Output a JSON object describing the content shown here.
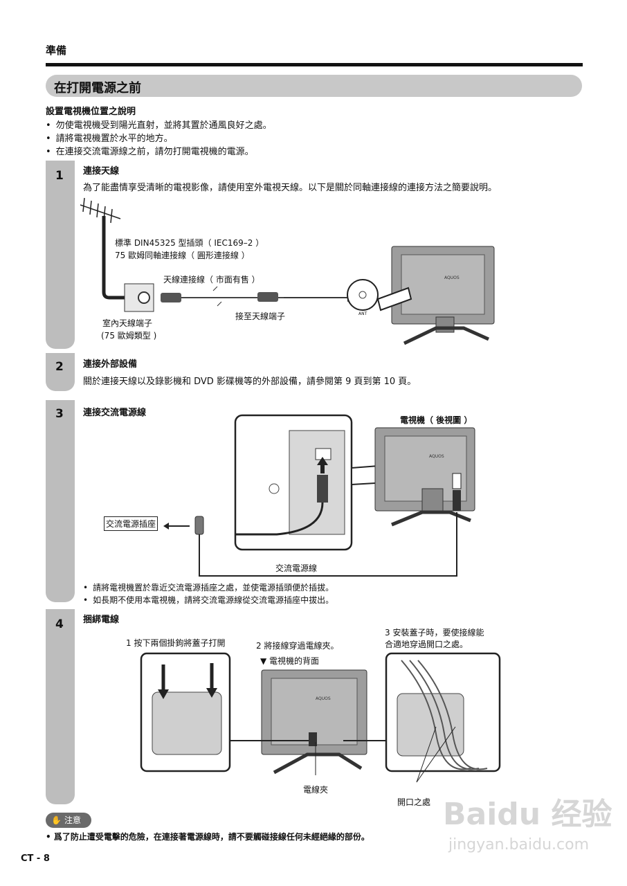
{
  "header": {
    "section": "準備",
    "banner_title": "在打開電源之前"
  },
  "intro": {
    "title": "設置電視機位置之說明",
    "bullets": [
      "勿使電視機受到陽光直射，並將其置於通風良好之處。",
      "請將電視機置於水平的地方。",
      "在連接交流電源線之前，請勿打開電視機的電源。"
    ]
  },
  "steps": [
    {
      "number": "1",
      "title": "連接天線",
      "text": "為了能盡情享受清晰的電視影像，請使用室外電視天線。以下是關於同軸連接線的連接方法之簡要說明。",
      "labels": {
        "din_line1": "標準 DIN45325 型插頭（ IEC169–2 ）",
        "din_line2": "75 歐姆同軸連接線（ 圓形連接線 ）",
        "antenna_cable": "天線連接線（ 市面有售 ）",
        "indoor_line1": "室內天線端子",
        "indoor_line2": "(75 歐姆類型 )",
        "connect_ant": "接至天線端子",
        "ant_port": "ANT",
        "brand": "AQUOS"
      }
    },
    {
      "number": "2",
      "title": "連接外部設備",
      "text": "關於連接天線以及錄影機和 DVD 影碟機等的外部設備，請參閱第 9 頁到第 10 頁。"
    },
    {
      "number": "3",
      "title": "連接交流電源線",
      "labels": {
        "tv_rear": "電視機（ 後視圖 ）",
        "ac_outlet": "交流電源插座",
        "ac_cord": "交流電源線",
        "brand": "AQUOS"
      },
      "bullets": [
        "請將電視機置於靠近交流電源插座之處，並使電源插頭便於插拔。",
        "如長期不使用本電視機，請將交流電源線從交流電源插座中拔出。"
      ]
    },
    {
      "number": "4",
      "title": "捆綁電線",
      "labels": {
        "sub1": "1 按下兩個掛鉤將蓋子打開",
        "sub2": "2 將接線穿過電線夾。",
        "tv_back": "▼ 電視機的背面",
        "sub3_line1": "3 安裝蓋子時，要使接線能",
        "sub3_line2": "合適地穿過開口之處。",
        "clamp": "電線夾",
        "opening": "開口之處",
        "brand": "AQUOS"
      }
    }
  ],
  "caution": {
    "badge": "注意",
    "text": "爲了防止遭受電擊的危險，在連接著電源線時，請不要觸碰接線任何未經絕緣的部份。"
  },
  "footer": {
    "page": "CT - 8"
  },
  "watermark": {
    "logo": "Baidu 经验",
    "url": "jingyan.baidu.com"
  }
}
